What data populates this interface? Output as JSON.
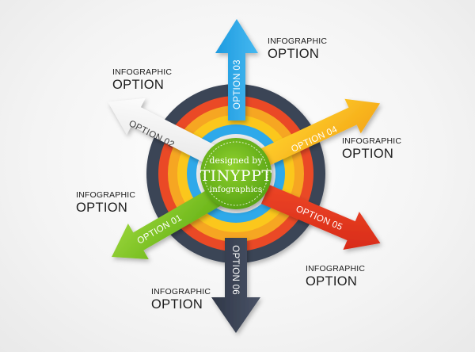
{
  "center": {
    "line1": "designed by",
    "line2": "TINYPPT",
    "line3": "infographics"
  },
  "arrows": [
    {
      "id": "01",
      "label": "OPTION 01",
      "color": "#7ec520"
    },
    {
      "id": "02",
      "label": "OPTION 02",
      "color": "#f2f2f2"
    },
    {
      "id": "03",
      "label": "OPTION 03",
      "color": "#2fa9ea"
    },
    {
      "id": "04",
      "label": "OPTION 04",
      "color": "#f9b21b"
    },
    {
      "id": "05",
      "label": "OPTION 05",
      "color": "#e8321f"
    },
    {
      "id": "06",
      "label": "OPTION 06",
      "color": "#3b4456"
    }
  ],
  "labels": [
    {
      "id": "02",
      "small": "INFOGRAPHIC",
      "big": "OPTION"
    },
    {
      "id": "03",
      "small": "INFOGRAPHIC",
      "big": "OPTION"
    },
    {
      "id": "04",
      "small": "INFOGRAPHIC",
      "big": "OPTION"
    },
    {
      "id": "01",
      "small": "INFOGRAPHIC",
      "big": "OPTION"
    },
    {
      "id": "05",
      "small": "INFOGRAPHIC",
      "big": "OPTION"
    },
    {
      "id": "06",
      "small": "INFOGRAPHIC",
      "big": "OPTION"
    }
  ],
  "ring_colors": [
    "#3b4456",
    "#ea4a25",
    "#f6a623",
    "#fbc71f",
    "#2fa9ea",
    "#e7e7e7"
  ]
}
